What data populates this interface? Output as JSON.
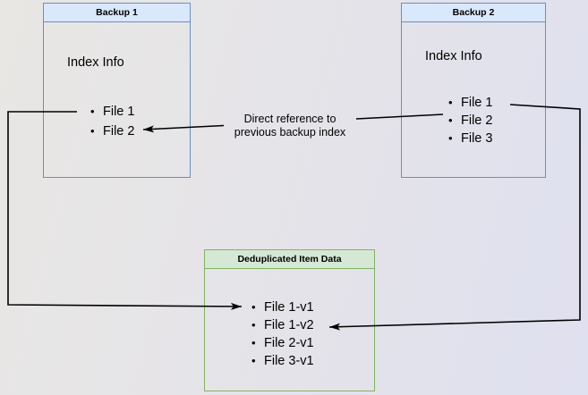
{
  "colors": {
    "background_start": "#e9e7e4",
    "background_end": "#dfe0f0",
    "blue_fill": "#dae8fc",
    "blue_border": "#6c8ebf",
    "green_fill": "#d5e8d4",
    "green_border": "#82b366",
    "line_color": "#000000",
    "text_color": "#000000"
  },
  "backup1": {
    "title": "Backup 1",
    "index_label": "Index Info",
    "files": [
      "File 1",
      "File 2"
    ]
  },
  "backup2": {
    "title": "Backup 2",
    "index_label": "Index Info",
    "files": [
      "File 1",
      "File 2",
      "File 3"
    ]
  },
  "dedup": {
    "title": "Deduplicated Item Data",
    "items": [
      "File 1-v1",
      "File 1-v2",
      "File 2-v1",
      "File 3-v1"
    ]
  },
  "reference_label": {
    "line1": "Direct reference to",
    "line2": "previous backup index"
  }
}
